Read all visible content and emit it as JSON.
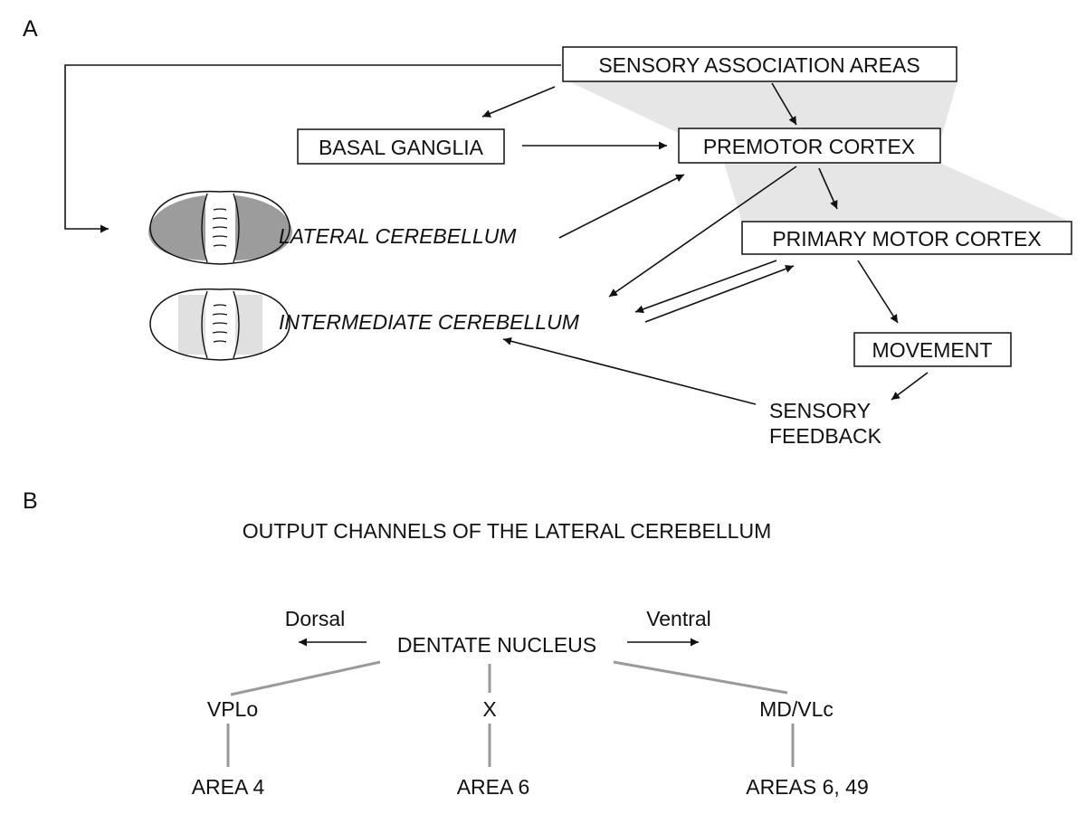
{
  "panel_a": {
    "letter": "A",
    "boxes": {
      "sensory_association": "SENSORY ASSOCIATION AREAS",
      "basal_ganglia": "BASAL GANGLIA",
      "premotor_cortex": "PREMOTOR CORTEX",
      "primary_motor_cortex": "PRIMARY MOTOR CORTEX",
      "movement": "MOVEMENT"
    },
    "labels": {
      "lateral_cerebellum": "LATERAL CEREBELLUM",
      "intermediate_cerebellum": "INTERMEDIATE CEREBELLUM",
      "sensory_feedback_line1": "SENSORY",
      "sensory_feedback_line2": "FEEDBACK"
    }
  },
  "panel_b": {
    "letter": "B",
    "title": "OUTPUT CHANNELS OF THE LATERAL CEREBELLUM",
    "dentate_nucleus": "DENTATE NUCLEUS",
    "dorsal": "Dorsal",
    "ventral": "Ventral",
    "channels": [
      {
        "relay": "VPLo",
        "target": "AREA 4"
      },
      {
        "relay": "X",
        "target": "AREA 6"
      },
      {
        "relay": "MD/VLc",
        "target": "AREAS 6, 49"
      }
    ]
  }
}
